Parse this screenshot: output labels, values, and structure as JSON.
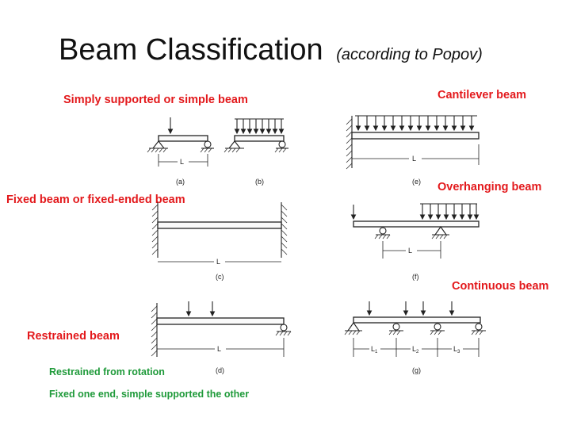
{
  "title": "Beam Classification",
  "subtitle": "(according to Popov)",
  "labels": {
    "simple": "Simply supported or simple beam",
    "cantilever": "Cantilever beam",
    "fixed": "Fixed beam or fixed-ended beam",
    "overhanging": "Overhanging beam",
    "continuous": "Continuous beam",
    "restrained": "Restrained beam",
    "note_rotation": "Restrained from rotation",
    "note_fixed_one_end": "Fixed one end, simple supported the other"
  },
  "figure": {
    "captions": {
      "a": "(a)",
      "b": "(b)",
      "c": "(c)",
      "d": "(d)",
      "e": "(e)",
      "f": "(f)",
      "g": "(g)"
    },
    "span": "L",
    "spans_g": [
      "L",
      "L",
      "L"
    ],
    "span_subs": [
      "1",
      "2",
      "3"
    ]
  },
  "colors": {
    "heading": "#e3191c",
    "note": "#1f9a3a",
    "title": "#111111"
  }
}
